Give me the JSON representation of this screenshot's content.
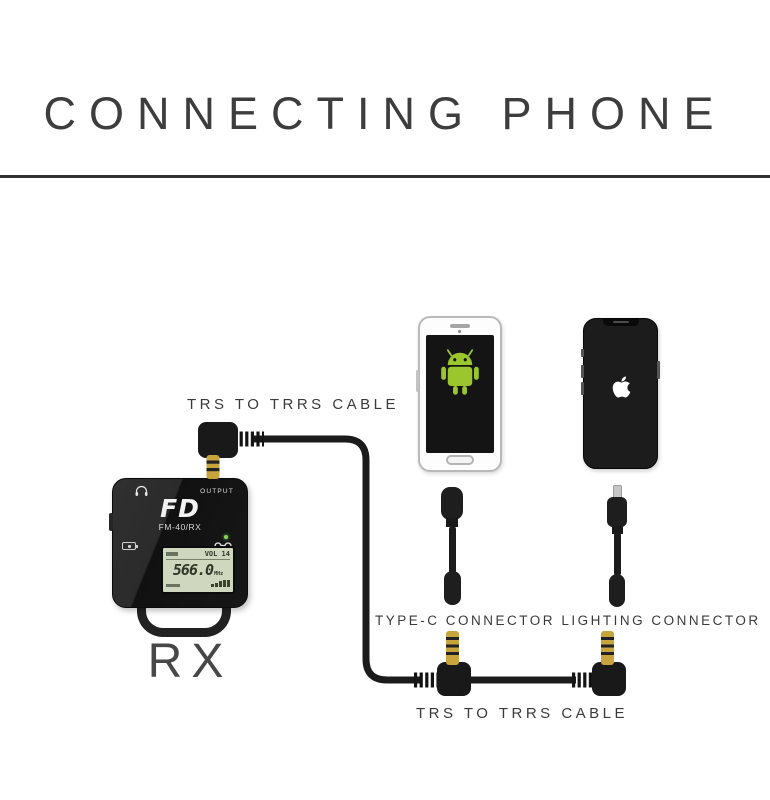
{
  "title": "CONNECTING PHONE",
  "labels": {
    "cable_top": "TRS TO TRRS CABLE",
    "cable_bottom": "TRS TO TRRS CABLE",
    "typec": "TYPE-C CONNECTOR",
    "lightning": "LIGHTING CONNECTOR"
  },
  "receiver": {
    "name": "RX",
    "brand": "FD",
    "model": "FM-40/RX",
    "output_label": "OUTPUT",
    "lcd": {
      "volume": "VOL 14",
      "frequency": "566.0",
      "unit": "MHz"
    }
  },
  "colors": {
    "text_dark": "#3d3d3d",
    "device_black": "#1d1d1d",
    "android_green": "#9bc62d",
    "lcd_green": "#cfd8bf",
    "plug_gold": "#c8a43c"
  }
}
